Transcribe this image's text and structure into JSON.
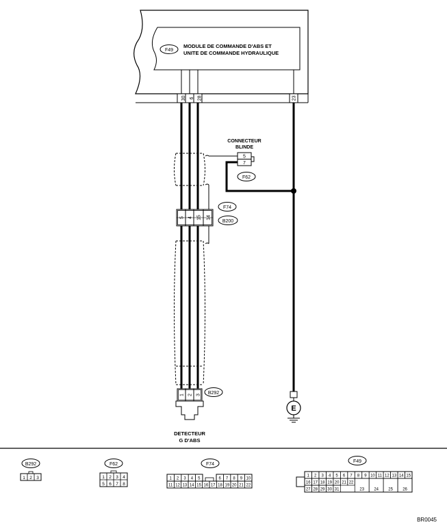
{
  "module": {
    "id": "F49",
    "title_line1": "MODULE DE COMMANDE D'ABS ET",
    "title_line2": "UNITE DE COMMANDE HYDRAULIQUE",
    "pins": [
      "30",
      "6",
      "28",
      "23"
    ]
  },
  "shield_connector": {
    "label_line1": "CONNECTEUR",
    "label_line2": "BLINDE",
    "id": "F62",
    "pins": [
      "5",
      "7"
    ]
  },
  "junction_connector": {
    "id_top": "F74",
    "id_bottom": "B200",
    "pins": [
      "5",
      "4",
      "15",
      "14"
    ]
  },
  "sensor": {
    "id": "B292",
    "pins": [
      "1",
      "2",
      "3"
    ],
    "label_line1": "DETECTEUR",
    "label_line2": "G D'ABS"
  },
  "ground": {
    "symbol": "E"
  },
  "legend": {
    "b292": {
      "id": "B292",
      "row1": [
        "1",
        "2",
        "3"
      ]
    },
    "f62": {
      "id": "F62",
      "row1": [
        "1",
        "2",
        "3",
        "4"
      ],
      "row2": [
        "5",
        "6",
        "7",
        "8"
      ]
    },
    "f74": {
      "id": "F74",
      "row1a": [
        "1",
        "2",
        "3",
        "4",
        "5"
      ],
      "row1b": [
        "6",
        "7",
        "8",
        "9",
        "10"
      ],
      "row2": [
        "11",
        "12",
        "13",
        "14",
        "15",
        "16",
        "17",
        "18",
        "19",
        "20",
        "21",
        "22"
      ]
    },
    "f49": {
      "id": "F49",
      "row1": [
        "1",
        "2",
        "3",
        "4",
        "5",
        "6",
        "7",
        "8",
        "9",
        "10",
        "11",
        "12",
        "13",
        "14",
        "15"
      ],
      "row2": [
        "16",
        "17",
        "18",
        "19",
        "20",
        "21",
        "22"
      ],
      "row3": [
        "27",
        "28",
        "29",
        "30",
        "31"
      ],
      "big": [
        "23",
        "24",
        "25",
        "26"
      ]
    }
  },
  "code": "BR0045"
}
